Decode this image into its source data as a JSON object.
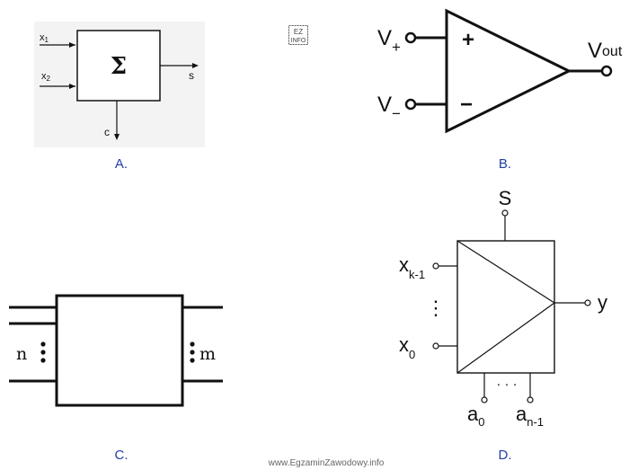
{
  "captions": {
    "a": "A.",
    "b": "B.",
    "c": "C.",
    "d": "D."
  },
  "diagram_a": {
    "input_1": "x",
    "input_1_sub": "1",
    "input_2": "x",
    "input_2_sub": "2",
    "symbol": "Σ",
    "output_s": "s",
    "output_c": "c"
  },
  "diagram_b": {
    "v_plus": "V",
    "v_plus_sub": "+",
    "v_minus": "V",
    "v_minus_sub": "−",
    "plus_sign": "+",
    "minus_sign": "−",
    "v_out": "V",
    "v_out_sub": "out"
  },
  "diagram_c": {
    "left_label": "n",
    "right_label": "m"
  },
  "diagram_d": {
    "top_label": "S",
    "input_top": "x",
    "input_top_sub": "k-1",
    "input_bottom": "x",
    "input_bottom_sub": "0",
    "output": "y",
    "addr_left": "a",
    "addr_left_sub": "0",
    "addr_right": "a",
    "addr_right_sub": "n-1",
    "ellipsis_vertical": "⋮",
    "ellipsis_horizontal": "· · ·"
  },
  "logo": {
    "text": "EZ INFO",
    "icon": "egzamin-info-logo-icon"
  },
  "watermark": "www.EgzaminZawodowy.info",
  "colors": {
    "caption": "#1f3fa6",
    "line": "#111111",
    "panel_a_bg": "#f3f3f3"
  }
}
